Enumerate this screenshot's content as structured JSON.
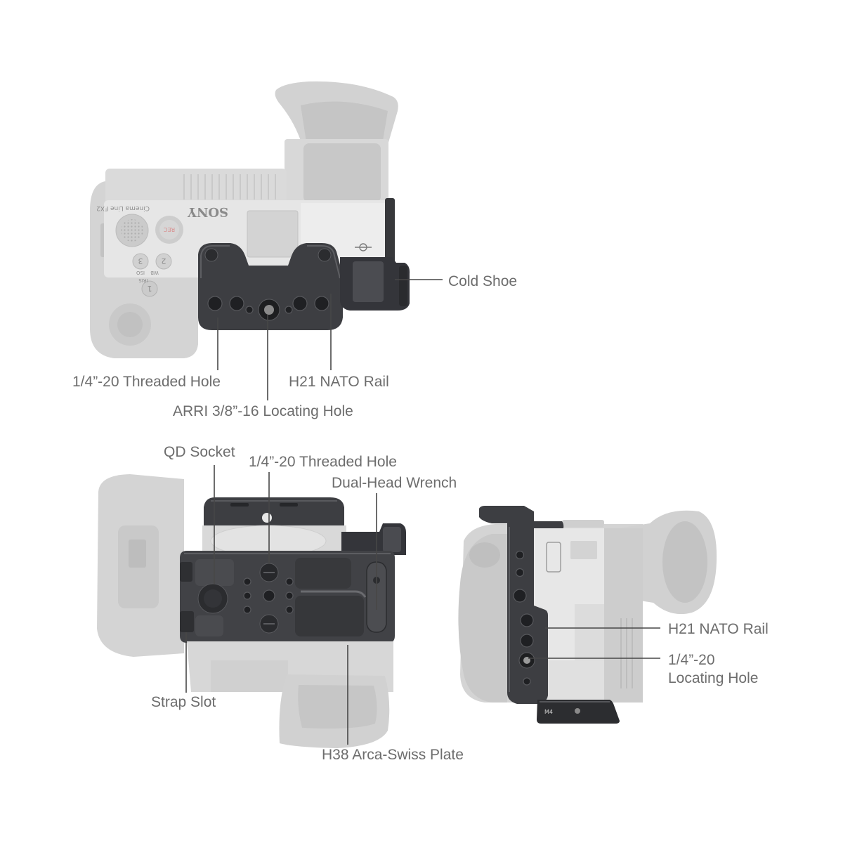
{
  "top_view": {
    "camera": {
      "logo": "SONY",
      "model": "Cinema Line FX2",
      "rec_label": "REC",
      "buttons": [
        "3",
        "2",
        "1"
      ],
      "button_captions": [
        "ISO",
        "WB",
        "IRIS"
      ]
    },
    "callouts": {
      "cold_shoe": "Cold Shoe",
      "threaded_hole": "1/4”-20 Threaded Hole",
      "nato_rail": "H21 NATO Rail",
      "arri_locating_hole": "ARRI 3/8”-16 Locating Hole"
    }
  },
  "bottom_view": {
    "callouts": {
      "qd_socket": "QD Socket",
      "threaded_hole": "1/4”-20 Threaded Hole",
      "dual_head_wrench": "Dual-Head Wrench",
      "strap_slot": "Strap Slot",
      "arca_swiss_plate": "H38 Arca-Swiss Plate"
    }
  },
  "side_view": {
    "engraving": "M4",
    "callouts": {
      "nato_rail": "H21 NATO Rail",
      "locating_hole": [
        "1/4”-20",
        "Locating Hole"
      ]
    }
  },
  "colors": {
    "background": "#ffffff",
    "label_text": "#6d6d6d",
    "leader_line": "#474747",
    "cage_metal": "#3d3e42",
    "camera_body": "#d4d4d4"
  }
}
